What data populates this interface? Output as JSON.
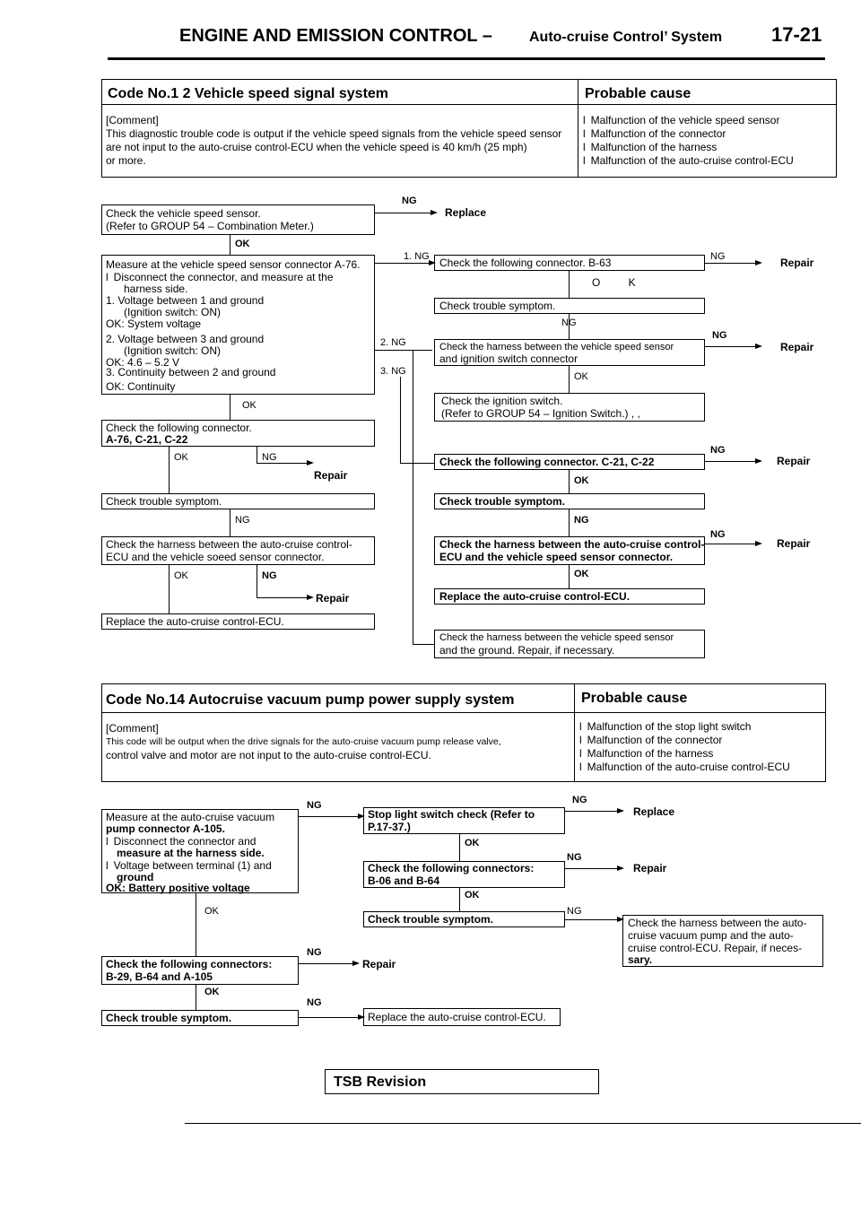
{
  "header": {
    "title": "ENGINE AND EMISSION CONTROL –",
    "subtitle": "Auto-cruise Control’ System",
    "page_number": "17-21"
  },
  "code1": {
    "heading": "Code No.1 2 Vehicle speed signal system",
    "cause_heading": "Probable cause",
    "comment_label": "[Comment]",
    "comment_lines": [
      "This diagnostic trouble code is output if the vehicle speed signals from the vehicle speed sensor",
      "are not input to the auto-cruise control-ECU when the vehicle speed is 40 km/h (25 mph)",
      "or more."
    ],
    "causes": [
      "Malfunction of the vehicle speed sensor",
      "Malfunction of the connector",
      "Malfunction of the harness",
      "Malfunction of the auto-cruise control-ECU"
    ]
  },
  "flow1": {
    "check_speed_sensor": [
      "Check the vehicle speed sensor.",
      "(Refer to GROUP 54 – Combination Meter.)"
    ],
    "replace": "Replace",
    "repair": "Repair",
    "ng": "NG",
    "ok": "OK",
    "measure": [
      "Measure at the vehicle speed sensor connector A-76.",
      "Disconnect the connector, and measure at the",
      "harness side.",
      "1. Voltage between 1 and ground",
      "(Ignition switch: ON)",
      "OK: System voltage",
      "2. Voltage between 3 and ground",
      "(Ignition switch: ON)",
      "OK: 4.6 – 5.2 V",
      "3. Continuity between 2 and ground",
      "OK: Continuity"
    ],
    "ng1": "1. NG",
    "ng2": "2. NG",
    "ng3": "3. NG",
    "check_conn_b63": "Check the following connector. B-63",
    "ok_spaced": "O K",
    "check_trouble": "Check trouble symptom.",
    "check_harness_ign": [
      "Check the harness between the vehicle speed sensor",
      "and ignition switch connector"
    ],
    "check_ign_switch": [
      "Check the ignition switch.",
      "(Refer to GROUP 54 – Ignition Switch.) , ,"
    ],
    "check_conns_left": [
      "Check the following connector.",
      "A-76, C-21, C-22"
    ],
    "check_conns_right": "Check the following connector. C-21, C-22",
    "check_harness_ecu_left": [
      "Check the harness between the auto-cruise control-",
      "ECU and the vehicle soeed sensor connector."
    ],
    "check_harness_ecu_right": [
      "Check the harness between the auto-cruise control-",
      "ECU and the vehicle speed sensor connector."
    ],
    "replace_ecu_left": "Replace the auto-cruise control-ECU.",
    "replace_ecu_right": "Replace the auto-cruise control-ECU.",
    "check_harness_ground": [
      "Check the harness between the vehicle speed sensor",
      "and the ground. Repair, if necessary."
    ]
  },
  "code14": {
    "heading": "Code No.14 Autocruise vacuum pump power supply system",
    "cause_heading": "Probable cause",
    "comment_label": "[Comment]",
    "comment_lines": [
      "This code will be output when the drive signals for the auto-cruise vacuum pump release valve,",
      "control valve and motor are not input to the auto-cruise control-ECU."
    ],
    "causes": [
      "Malfunction of the stop light switch",
      "Malfunction of the connector",
      "Malfunction of the harness",
      "Malfunction of the auto-cruise control-ECU"
    ]
  },
  "flow2": {
    "measure": [
      "Measure at the auto-cruise vacuum",
      "pump connector A-105.",
      "Disconnect the connector and",
      "measure at the harness side.",
      "Voltage between terminal (1) and",
      "ground",
      "OK: Battery positive voltage"
    ],
    "stop_light": [
      "Stop light switch check (Refer to",
      "P.17-37.)"
    ],
    "check_conns_b06": [
      "Check the following connectors:",
      "B-06 and B-64"
    ],
    "check_trouble": "Check trouble symptom.",
    "check_harness_pump": [
      "Check the harness between the auto-",
      "cruise vacuum pump and the auto-",
      "cruise control-ECU. Repair, if neces-",
      "sary."
    ],
    "check_conns_b29": [
      "Check the following connectors:",
      "B-29, B-64 and A-105"
    ],
    "check_trouble_2": "Check trouble symptom.",
    "replace_ecu": "Replace the auto-cruise control-ECU.",
    "replace": "Replace",
    "repair": "Repair",
    "ng": "NG",
    "ok": "OK"
  },
  "footer": {
    "tsb": "TSB Revision"
  }
}
